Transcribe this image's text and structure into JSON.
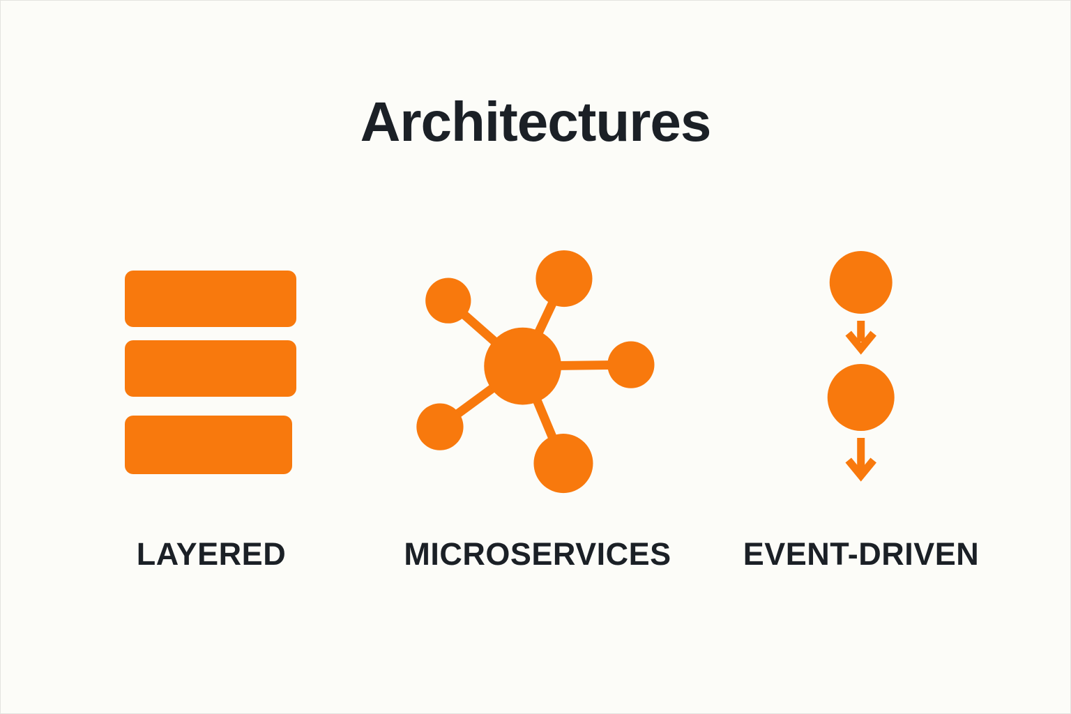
{
  "title": "Architectures",
  "colors": {
    "accent": "#F8790D",
    "text": "#1B2026",
    "background": "#FCFCF8"
  },
  "diagram": {
    "items": [
      {
        "label": "LAYERED",
        "icon": "layered-stack-icon"
      },
      {
        "label": "MICROSERVICES",
        "icon": "hub-spoke-network-icon"
      },
      {
        "label": "EVENT-DRIVEN",
        "icon": "event-flow-arrows-icon"
      }
    ]
  }
}
